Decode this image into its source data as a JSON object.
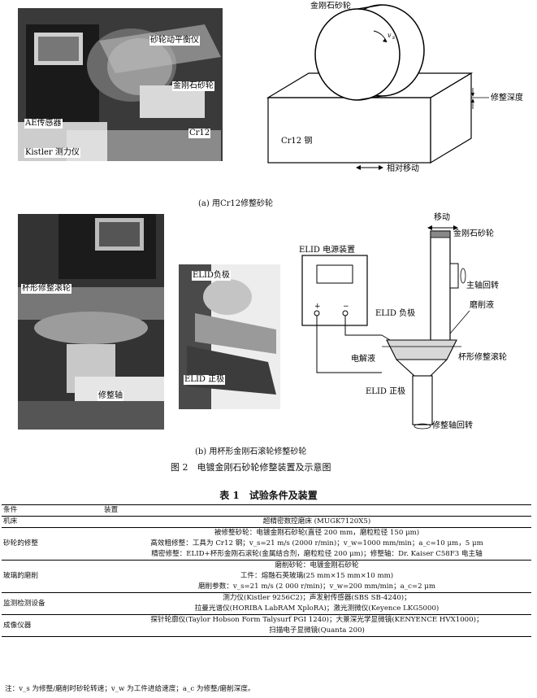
{
  "fig_a": {
    "photo_labels": {
      "balancer": "砂轮动平衡仪",
      "diamond_wheel": "金刚石砂轮",
      "cr12": "Cr12",
      "ae_sensor": "AE传感器",
      "kistler": "Kistler 测力仪"
    },
    "schematic_labels": {
      "diamond_wheel": "金刚石砂轮",
      "vs": "v",
      "vs_sub": "s",
      "dressing_depth": "修整深度",
      "cr12_steel": "Cr12 钢",
      "relative_motion": "相对移动"
    },
    "caption": "(a) 用Cr12修整砂轮"
  },
  "fig_b": {
    "photo_labels": {
      "cup_roller": "杯形修整滚轮",
      "elid_neg": "ELID负极",
      "dressing_shaft": "修整轴",
      "elid_pos": "ELID 正极"
    },
    "schematic_labels": {
      "power_supply": "ELID 电源装置",
      "plus": "+",
      "minus": "−",
      "move": "移动",
      "diamond_wheel": "金刚石砂轮",
      "spindle_rotation": "主轴回转",
      "elid_neg": "ELID 负极",
      "coolant": "磨削液",
      "electrolyte": "电解液",
      "cup_roller": "杯形修整滚轮",
      "elid_pos": "ELID 正极",
      "shaft_rotation": "修整轴回转"
    },
    "caption": "(b) 用杯形金刚石滚轮修整砂轮"
  },
  "figure_caption": "图 2　电镀金刚石砂轮修整装置及示意图",
  "table": {
    "title": "表 1　试验条件及装置",
    "headers": [
      "条件",
      "装置"
    ],
    "rows": [
      {
        "name": "机床",
        "lines": [
          "超精密数控磨床 (MUGK7120X5)"
        ]
      },
      {
        "name": "砂轮的修整",
        "lines": [
          "被修整砂轮：电镀金刚石砂轮(直径 200 mm，磨粒粒径 150 μm)",
          "高效粗修整：工具为 Cr12 钢；v_s=21 m/s (2000 r/min)；v_w=1000 mm/min；a_c=10 μm，5 μm",
          "精密修整：ELID+杯形金刚石滚轮(金属结合剂，磨粒粒径 200 μm)；修整轴：Dr. Kaiser C58F3 电主轴"
        ]
      },
      {
        "name": "玻璃的磨削",
        "lines": [
          "磨削砂轮：电镀金刚石砂轮",
          "工件：熔融石英玻璃(25 mm×15 mm×10 mm)",
          "磨削参数：v_s=21 m/s (2 000 r/min)；v_w=200 mm/min；a_c=2 μm"
        ]
      },
      {
        "name": "监测检测设备",
        "lines": [
          "测力仪(Kistler 9256C2)；声发射传感器(SBS SB-4240)；",
          "拉曼光谱仪(HORIBA LabRAM XploRA)；激光测微仪(Keyence LKG5000)"
        ]
      },
      {
        "name": "成像仪器",
        "lines": [
          "探针轮廓仪(Taylor Hobson Form Talysurf PGI 1240)；大景深光学显微镜(KENYENCE HVX1000)；",
          "扫描电子显微镜(Quanta 200)"
        ]
      }
    ],
    "note": "注：v_s 为修整/磨削时砂轮转速；v_w 为工件进给速度；a_c 为修整/磨削深度。"
  },
  "colors": {
    "photo_dark": "#2a2a2a",
    "ink": "#000000"
  }
}
